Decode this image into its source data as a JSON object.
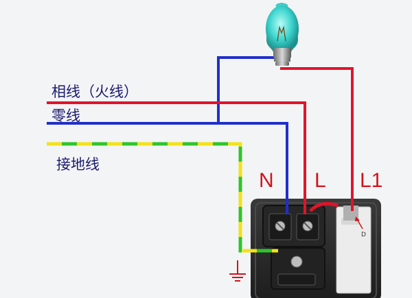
{
  "labels": {
    "live_wire": "相线（火线）",
    "neutral_wire": "零线",
    "ground_wire": "接地线",
    "terminal_n": "N",
    "terminal_l": "L",
    "terminal_l1": "L1",
    "switch_mark": "D"
  },
  "colors": {
    "live": "#e0142a",
    "neutral": "#1f2fcc",
    "ground_green": "#2fc42c",
    "ground_yellow": "#f2e21a",
    "bulb_glass": "#3fd6cf",
    "switch_body": "#2b2b2b",
    "background": "#f3f4f6"
  },
  "icons": [
    "light-bulb-icon",
    "ground-symbol-icon",
    "socket-icon",
    "switch-icon"
  ]
}
